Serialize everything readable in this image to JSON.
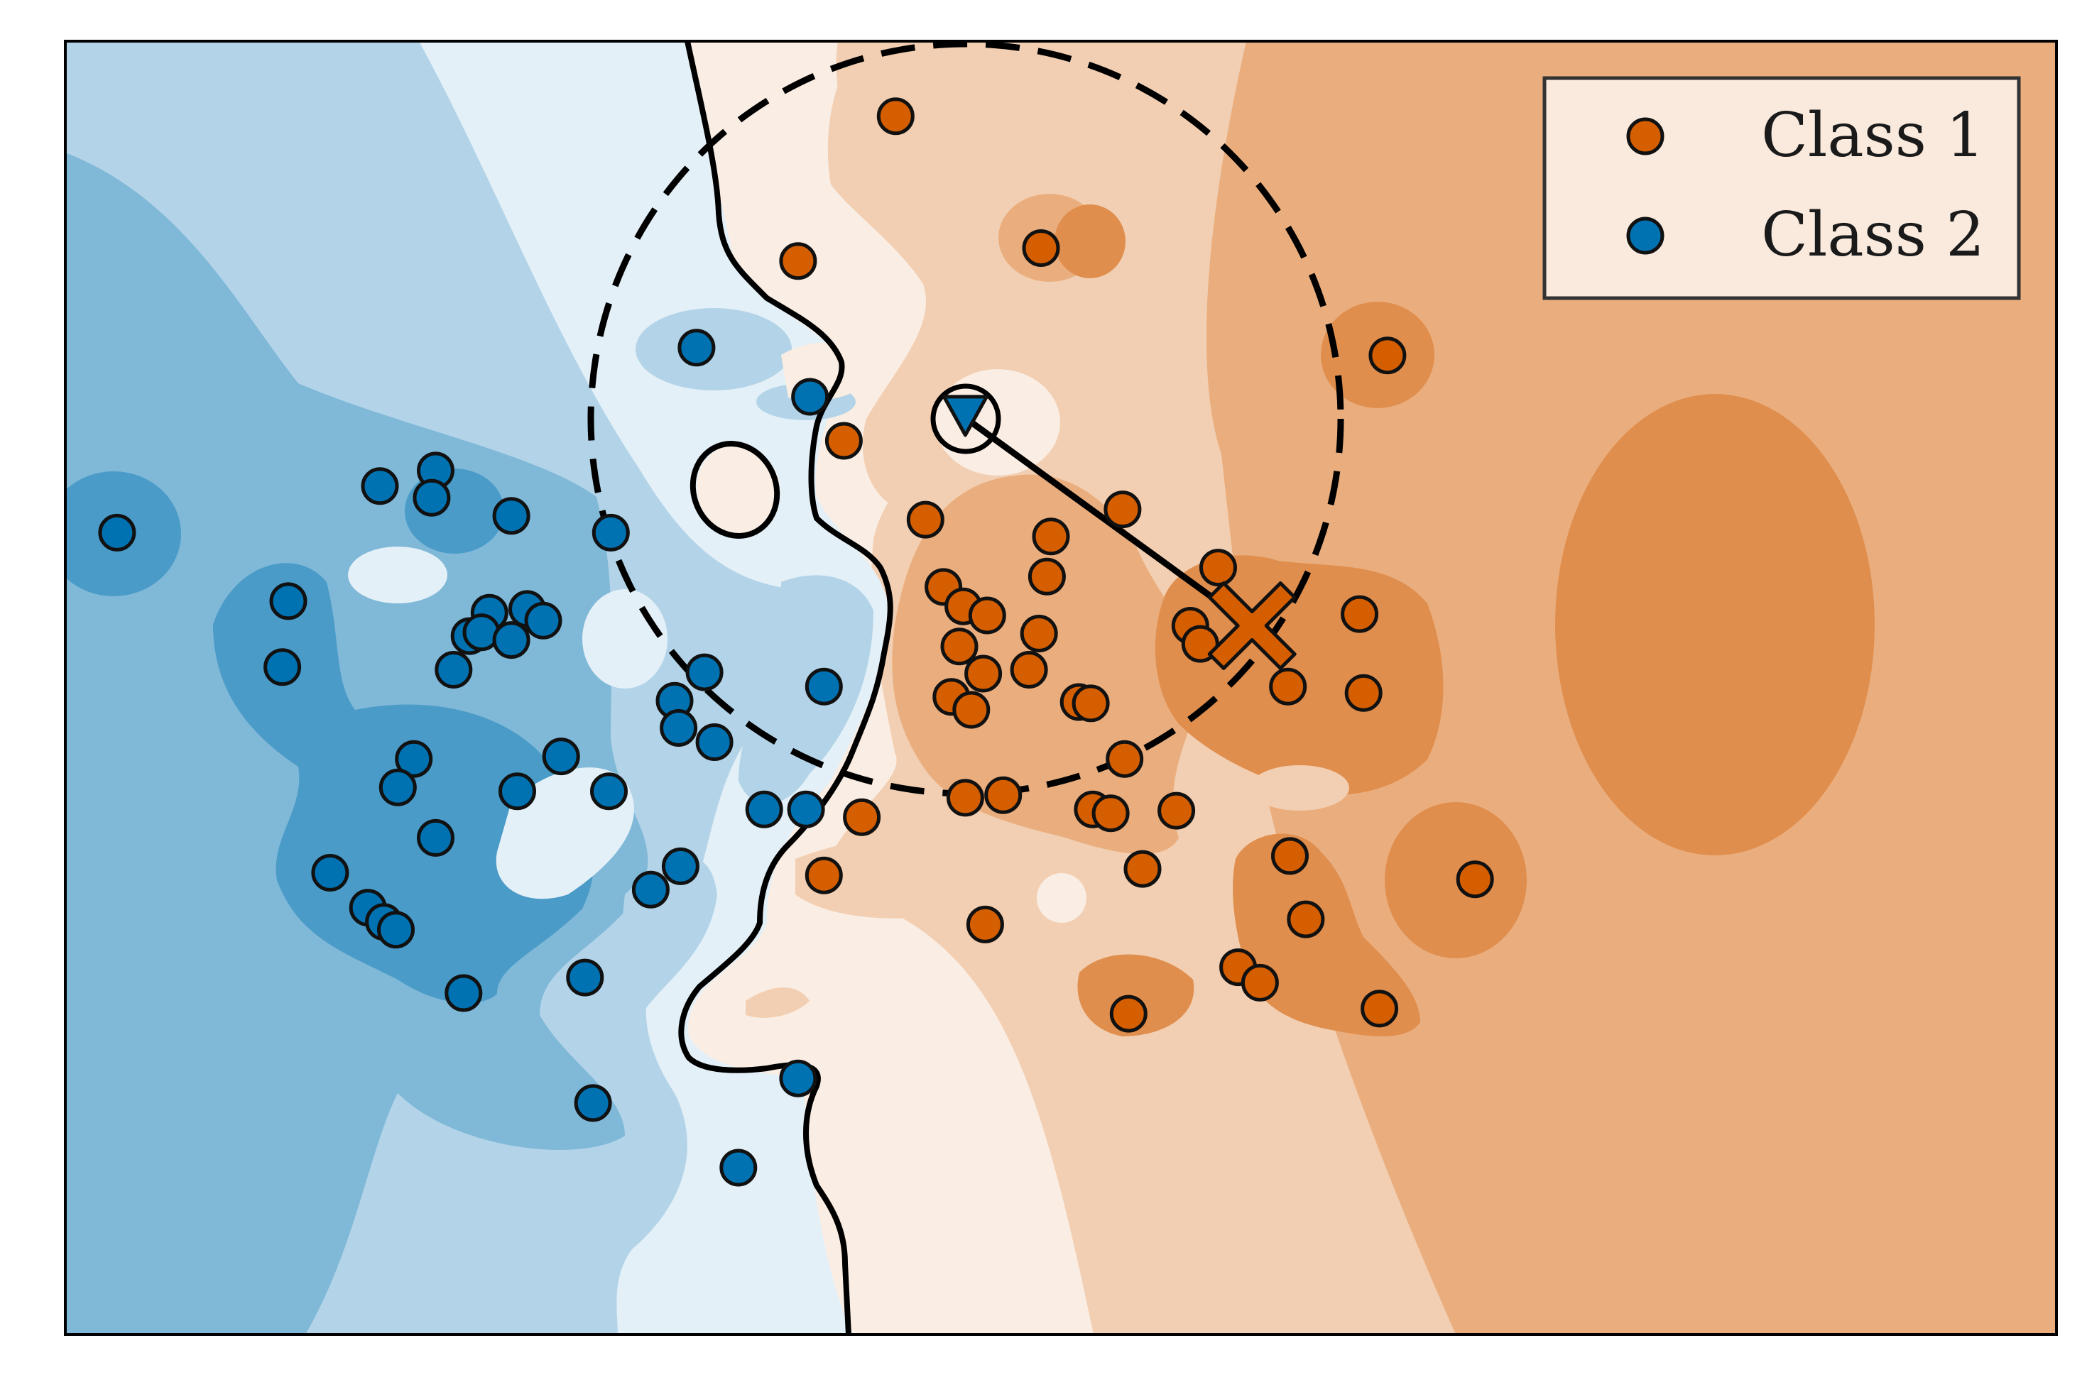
{
  "chart_data": {
    "type": "scatter",
    "title": "",
    "xlabel": "",
    "ylabel": "",
    "xticks": [],
    "yticks": [],
    "xlim": [
      0,
      100
    ],
    "ylim": [
      0,
      100
    ],
    "grid": false,
    "legend_position": "top-right",
    "series": [
      {
        "name": "Class 1",
        "color": "#d55e00",
        "points": [
          [
            41.7,
            94.2
          ],
          [
            36.8,
            83.0
          ],
          [
            49.0,
            84.0
          ],
          [
            66.4,
            75.7
          ],
          [
            39.1,
            69.1
          ],
          [
            43.2,
            63.0
          ],
          [
            53.1,
            63.8
          ],
          [
            49.5,
            61.7
          ],
          [
            49.3,
            58.6
          ],
          [
            44.1,
            57.8
          ],
          [
            45.1,
            56.3
          ],
          [
            57.9,
            59.3
          ],
          [
            46.3,
            55.6
          ],
          [
            48.9,
            54.2
          ],
          [
            44.9,
            53.2
          ],
          [
            46.1,
            51.1
          ],
          [
            56.5,
            54.8
          ],
          [
            57.0,
            53.4
          ],
          [
            65.0,
            55.7
          ],
          [
            48.4,
            51.4
          ],
          [
            44.5,
            49.3
          ],
          [
            45.5,
            48.3
          ],
          [
            50.9,
            48.9
          ],
          [
            51.5,
            48.8
          ],
          [
            61.4,
            50.1
          ],
          [
            65.2,
            49.6
          ],
          [
            53.2,
            44.5
          ],
          [
            45.2,
            41.5
          ],
          [
            47.1,
            41.7
          ],
          [
            51.6,
            40.6
          ],
          [
            40.0,
            40.0
          ],
          [
            52.5,
            40.3
          ],
          [
            55.8,
            40.5
          ],
          [
            54.1,
            36.0
          ],
          [
            38.1,
            35.5
          ],
          [
            61.5,
            37.0
          ],
          [
            62.3,
            32.1
          ],
          [
            70.8,
            35.2
          ],
          [
            46.2,
            31.7
          ],
          [
            58.9,
            28.4
          ],
          [
            60.0,
            27.2
          ],
          [
            66.0,
            25.2
          ],
          [
            53.4,
            24.8
          ]
        ]
      },
      {
        "name": "Class 2",
        "color": "#0072b2",
        "points": [
          [
            31.7,
            76.3
          ],
          [
            37.4,
            72.5
          ],
          [
            18.6,
            66.8
          ],
          [
            15.8,
            65.6
          ],
          [
            18.4,
            64.7
          ],
          [
            22.4,
            63.3
          ],
          [
            2.6,
            62.0
          ],
          [
            27.4,
            62.0
          ],
          [
            11.2,
            56.7
          ],
          [
            21.3,
            55.8
          ],
          [
            23.2,
            56.1
          ],
          [
            24.0,
            55.2
          ],
          [
            20.3,
            54.0
          ],
          [
            20.9,
            54.3
          ],
          [
            22.4,
            53.7
          ],
          [
            10.9,
            51.6
          ],
          [
            19.5,
            51.4
          ],
          [
            32.1,
            51.2
          ],
          [
            38.1,
            50.1
          ],
          [
            30.6,
            49.0
          ],
          [
            30.8,
            46.9
          ],
          [
            32.6,
            45.8
          ],
          [
            17.5,
            44.5
          ],
          [
            24.9,
            44.7
          ],
          [
            16.7,
            42.3
          ],
          [
            22.7,
            42.0
          ],
          [
            27.3,
            42.0
          ],
          [
            35.1,
            40.6
          ],
          [
            37.2,
            40.6
          ],
          [
            18.6,
            38.4
          ],
          [
            13.3,
            35.7
          ],
          [
            30.9,
            36.2
          ],
          [
            29.4,
            34.4
          ],
          [
            15.2,
            33.0
          ],
          [
            16.0,
            31.9
          ],
          [
            16.6,
            31.3
          ],
          [
            26.1,
            27.6
          ],
          [
            20.0,
            26.4
          ],
          [
            36.8,
            19.8
          ],
          [
            26.5,
            17.9
          ],
          [
            33.8,
            12.9
          ]
        ]
      }
    ],
    "annotations": {
      "test_point": {
        "x": 45.2,
        "y": 71.3,
        "color": "#0072b2",
        "marker": "triangle-down"
      },
      "prototype": {
        "x": 59.6,
        "y": 54.8,
        "color": "#d55e00",
        "marker": "X"
      },
      "radius_circle": {
        "center_x": 45.2,
        "center_y": 71.3,
        "radius": 19.0,
        "style": "dashed"
      }
    },
    "decision_surface": {
      "type": "filled-contour",
      "colors": [
        "#4a9bc8",
        "#80b8d8",
        "#b3d4e8",
        "#e4f0f7",
        "#faede3",
        "#f2cfb2",
        "#eaae7e",
        "#e08e4d"
      ]
    }
  }
}
